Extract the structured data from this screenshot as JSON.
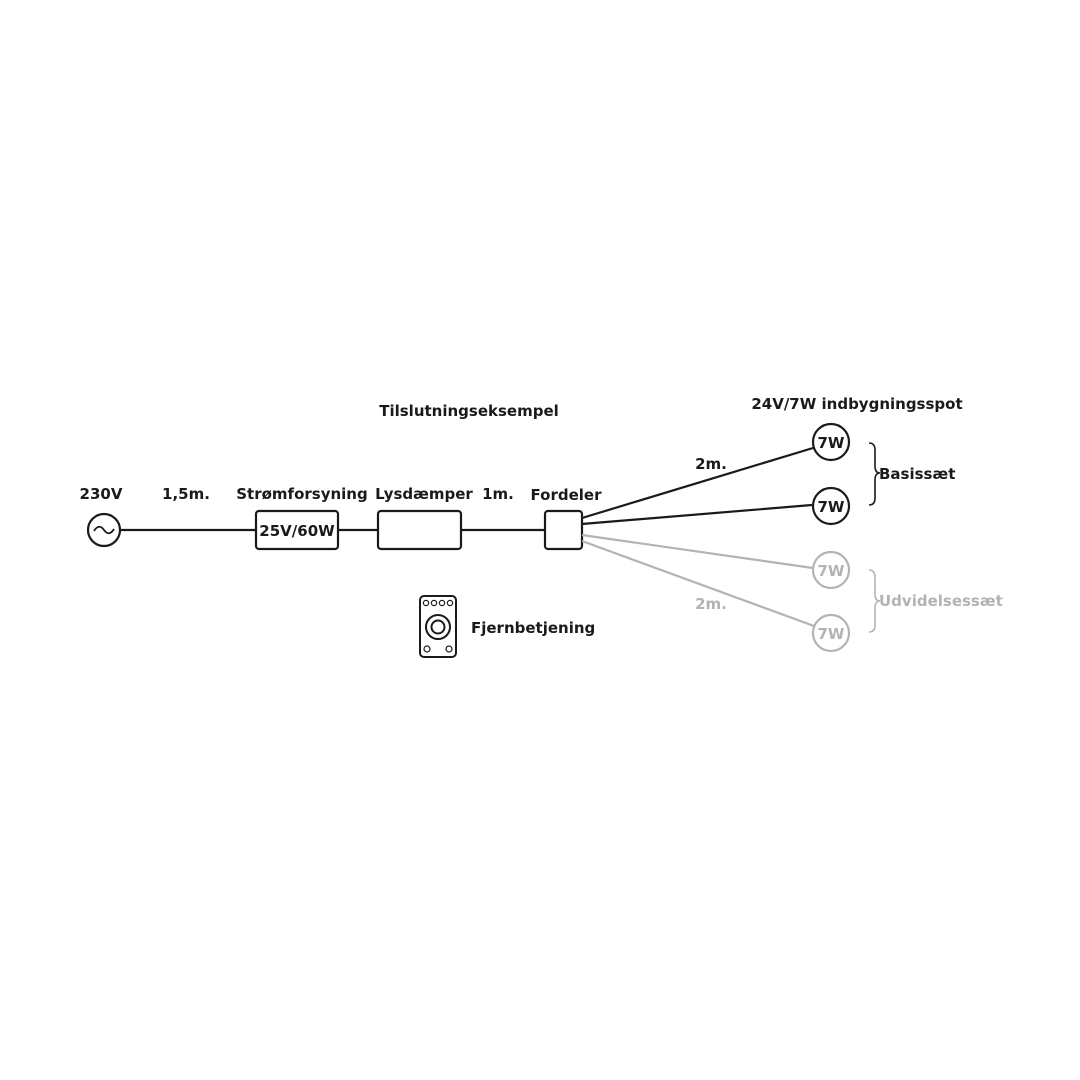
{
  "diagram": {
    "title": "Tilslutningseksempel",
    "source": {
      "label": "230V"
    },
    "cable1": {
      "label": "1,5m."
    },
    "power_supply": {
      "label": "Strømforsyning",
      "rating": "25V/60W"
    },
    "dimmer": {
      "label": "Lysdæmper"
    },
    "cable2": {
      "label": "1m."
    },
    "distributor": {
      "label": "Fordeler"
    },
    "spots_header": "24V/7W indbygningsspot",
    "basic_set": {
      "label": "Basissæt",
      "cable_label": "2m.",
      "spots": [
        {
          "label": "7W"
        },
        {
          "label": "7W"
        }
      ]
    },
    "extension_set": {
      "label": "Udvidelsessæt",
      "cable_label": "2m.",
      "spots": [
        {
          "label": "7W"
        },
        {
          "label": "7W"
        }
      ]
    },
    "remote": {
      "label": "Fjernbetjening"
    }
  },
  "colors": {
    "line": "#1a1a1a",
    "extension": "#b3b3b3",
    "background": "#ffffff"
  }
}
